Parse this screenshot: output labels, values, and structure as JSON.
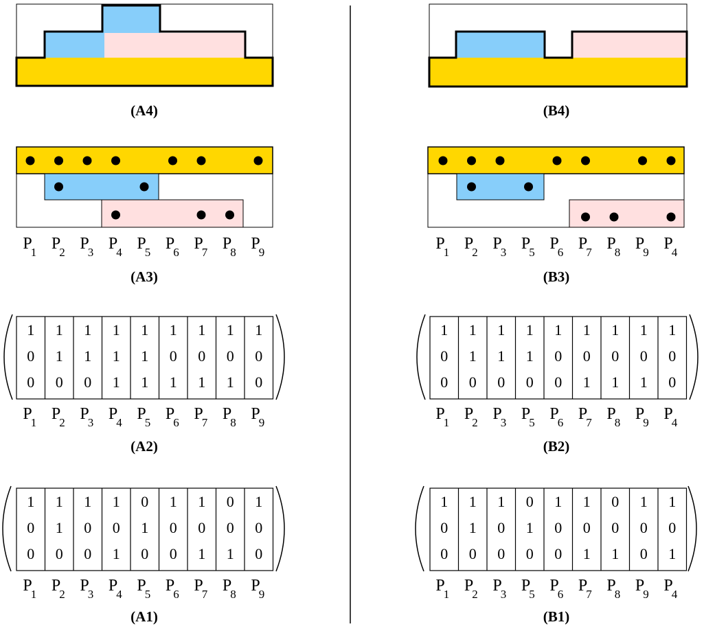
{
  "colors": {
    "gold": "#FFD700",
    "blue": "#87CEFA",
    "pink": "#FFE0E0",
    "outline": "#000000"
  },
  "A": {
    "caption1": "(A1)",
    "caption2": "(A2)",
    "caption3": "(A3)",
    "caption4": "(A4)",
    "labels": [
      {
        "p": "P",
        "s": "1"
      },
      {
        "p": "P",
        "s": "2"
      },
      {
        "p": "P",
        "s": "3"
      },
      {
        "p": "P",
        "s": "4"
      },
      {
        "p": "P",
        "s": "5"
      },
      {
        "p": "P",
        "s": "6"
      },
      {
        "p": "P",
        "s": "7"
      },
      {
        "p": "P",
        "s": "8"
      },
      {
        "p": "P",
        "s": "9"
      }
    ],
    "matrix1": [
      [
        "1",
        "1",
        "1",
        "1",
        "0",
        "1",
        "1",
        "0",
        "1"
      ],
      [
        "0",
        "1",
        "0",
        "0",
        "1",
        "0",
        "0",
        "0",
        "0"
      ],
      [
        "0",
        "0",
        "0",
        "1",
        "0",
        "0",
        "1",
        "1",
        "0"
      ]
    ],
    "matrix2": [
      [
        "1",
        "1",
        "1",
        "1",
        "1",
        "1",
        "1",
        "1",
        "1"
      ],
      [
        "0",
        "1",
        "1",
        "1",
        "1",
        "0",
        "0",
        "0",
        "0"
      ],
      [
        "0",
        "0",
        "0",
        "1",
        "1",
        "1",
        "1",
        "1",
        "0"
      ]
    ],
    "dots": {
      "row1": [
        0,
        1,
        2,
        3,
        5,
        6,
        8
      ],
      "row2": [
        1,
        4
      ],
      "row3": [
        3,
        6,
        7
      ]
    }
  },
  "B": {
    "caption1": "(B1)",
    "caption2": "(B2)",
    "caption3": "(B3)",
    "caption4": "(B4)",
    "labels": [
      {
        "p": "P",
        "s": "1"
      },
      {
        "p": "P",
        "s": "2"
      },
      {
        "p": "P",
        "s": "3"
      },
      {
        "p": "P",
        "s": "5"
      },
      {
        "p": "P",
        "s": "6"
      },
      {
        "p": "P",
        "s": "7"
      },
      {
        "p": "P",
        "s": "8"
      },
      {
        "p": "P",
        "s": "9"
      },
      {
        "p": "P",
        "s": "4"
      }
    ],
    "matrix1": [
      [
        "1",
        "1",
        "1",
        "0",
        "1",
        "1",
        "0",
        "1",
        "1"
      ],
      [
        "0",
        "1",
        "0",
        "1",
        "0",
        "0",
        "0",
        "0",
        "0"
      ],
      [
        "0",
        "0",
        "0",
        "0",
        "0",
        "1",
        "1",
        "0",
        "1"
      ]
    ],
    "matrix2": [
      [
        "1",
        "1",
        "1",
        "1",
        "1",
        "1",
        "1",
        "1",
        "1"
      ],
      [
        "0",
        "1",
        "1",
        "1",
        "0",
        "0",
        "0",
        "0",
        "0"
      ],
      [
        "0",
        "0",
        "0",
        "0",
        "0",
        "1",
        "1",
        "1",
        "0"
      ]
    ],
    "dots": {
      "row1": [
        0,
        1,
        2,
        4,
        5,
        7,
        8
      ],
      "row2": [
        1,
        3
      ],
      "row3": [
        5,
        6,
        8
      ]
    }
  }
}
